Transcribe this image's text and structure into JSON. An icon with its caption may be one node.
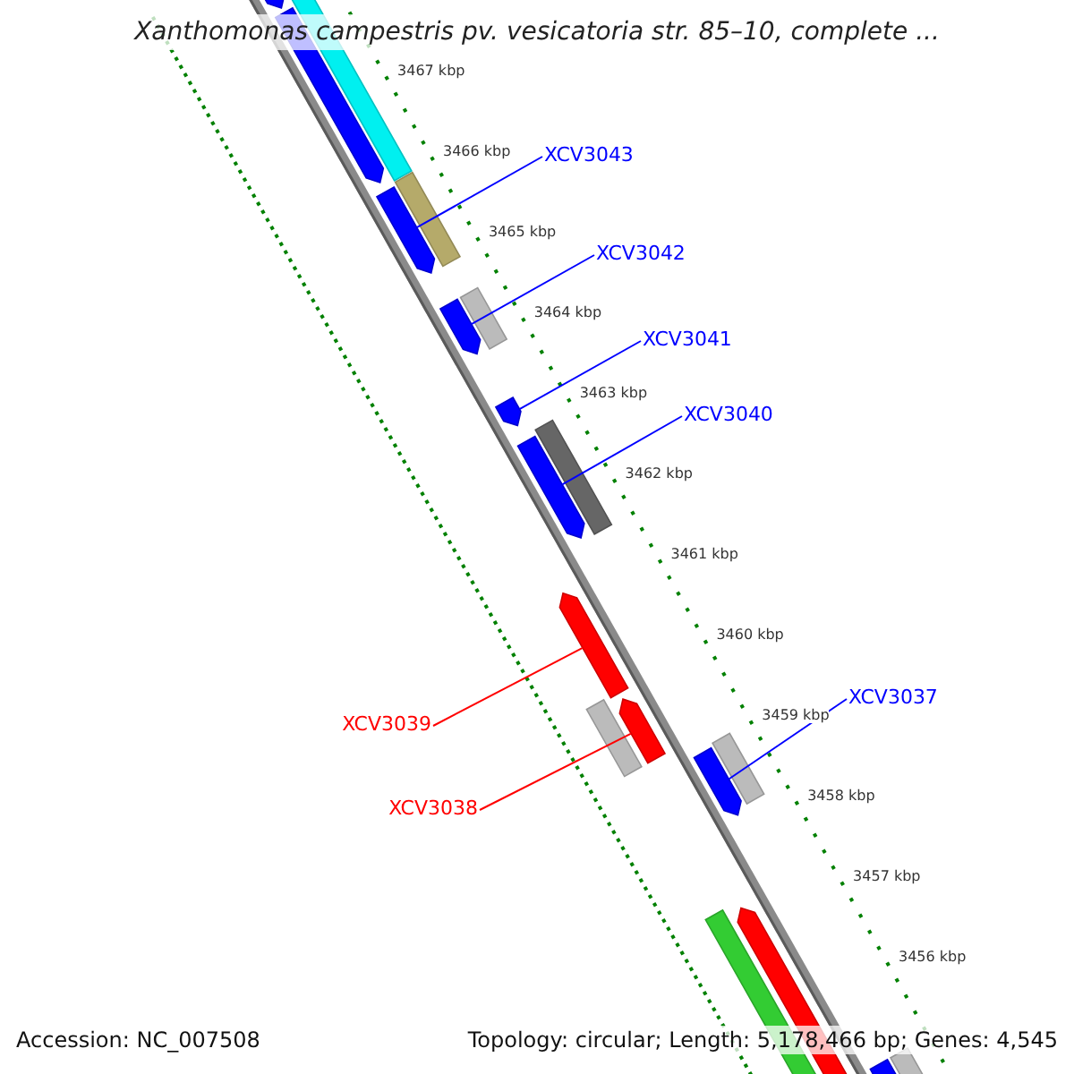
{
  "diagram": {
    "title": "Xanthomonas campestris pv. vesicatoria str. 85–10, complete ...",
    "nodes": [
      {
        "text": [
          "XCV3043"
        ]
      },
      {
        "text": [
          "XCV3042"
        ]
      },
      {
        "text": [
          "XCV3041"
        ]
      },
      {
        "text": [
          "XCV3040"
        ]
      },
      {
        "text": [
          "XCV3037"
        ]
      },
      {
        "text": [
          "XCV3039"
        ]
      },
      {
        "text": [
          "XCV3038"
        ]
      },
      {
        "text": [],
        "shape": "arrow"
      },
      {
        "text": [],
        "shape": "arrow"
      },
      {
        "text": [],
        "shape": "arrow"
      },
      {
        "text": [],
        "shape": "arrow"
      },
      {
        "text": [],
        "shape": "arrow"
      },
      {
        "text": [],
        "shape": "arrow"
      },
      {
        "text": [],
        "shape": "arrow"
      }
    ],
    "edges": [
      {
        "from": 0,
        "to": 7,
        "arrow": "none"
      },
      {
        "from": 1,
        "to": 8,
        "arrow": "none"
      },
      {
        "from": 2,
        "to": 9,
        "arrow": "none"
      },
      {
        "from": 3,
        "to": 10,
        "arrow": "none"
      },
      {
        "from": 4,
        "to": 11,
        "arrow": "none"
      },
      {
        "from": 5,
        "to": 12,
        "arrow": "none",
        "color": "#ff0000"
      },
      {
        "from": 6,
        "to": 13,
        "arrow": "none",
        "color": "#ff0000"
      }
    ],
    "labels": [
      "3467 kbp",
      "3466 kbp",
      "3465 kbp",
      "3464 kbp",
      "3463 kbp",
      "3462 kbp",
      "3461 kbp",
      "3460 kbp",
      "3459 kbp",
      "3458 kbp",
      "3457 kbp",
      "3456 kbp",
      "Accession: NC_007508",
      "Topology: circular; Length: 5,178,466 bp; Genes: 4,545"
    ]
  }
}
